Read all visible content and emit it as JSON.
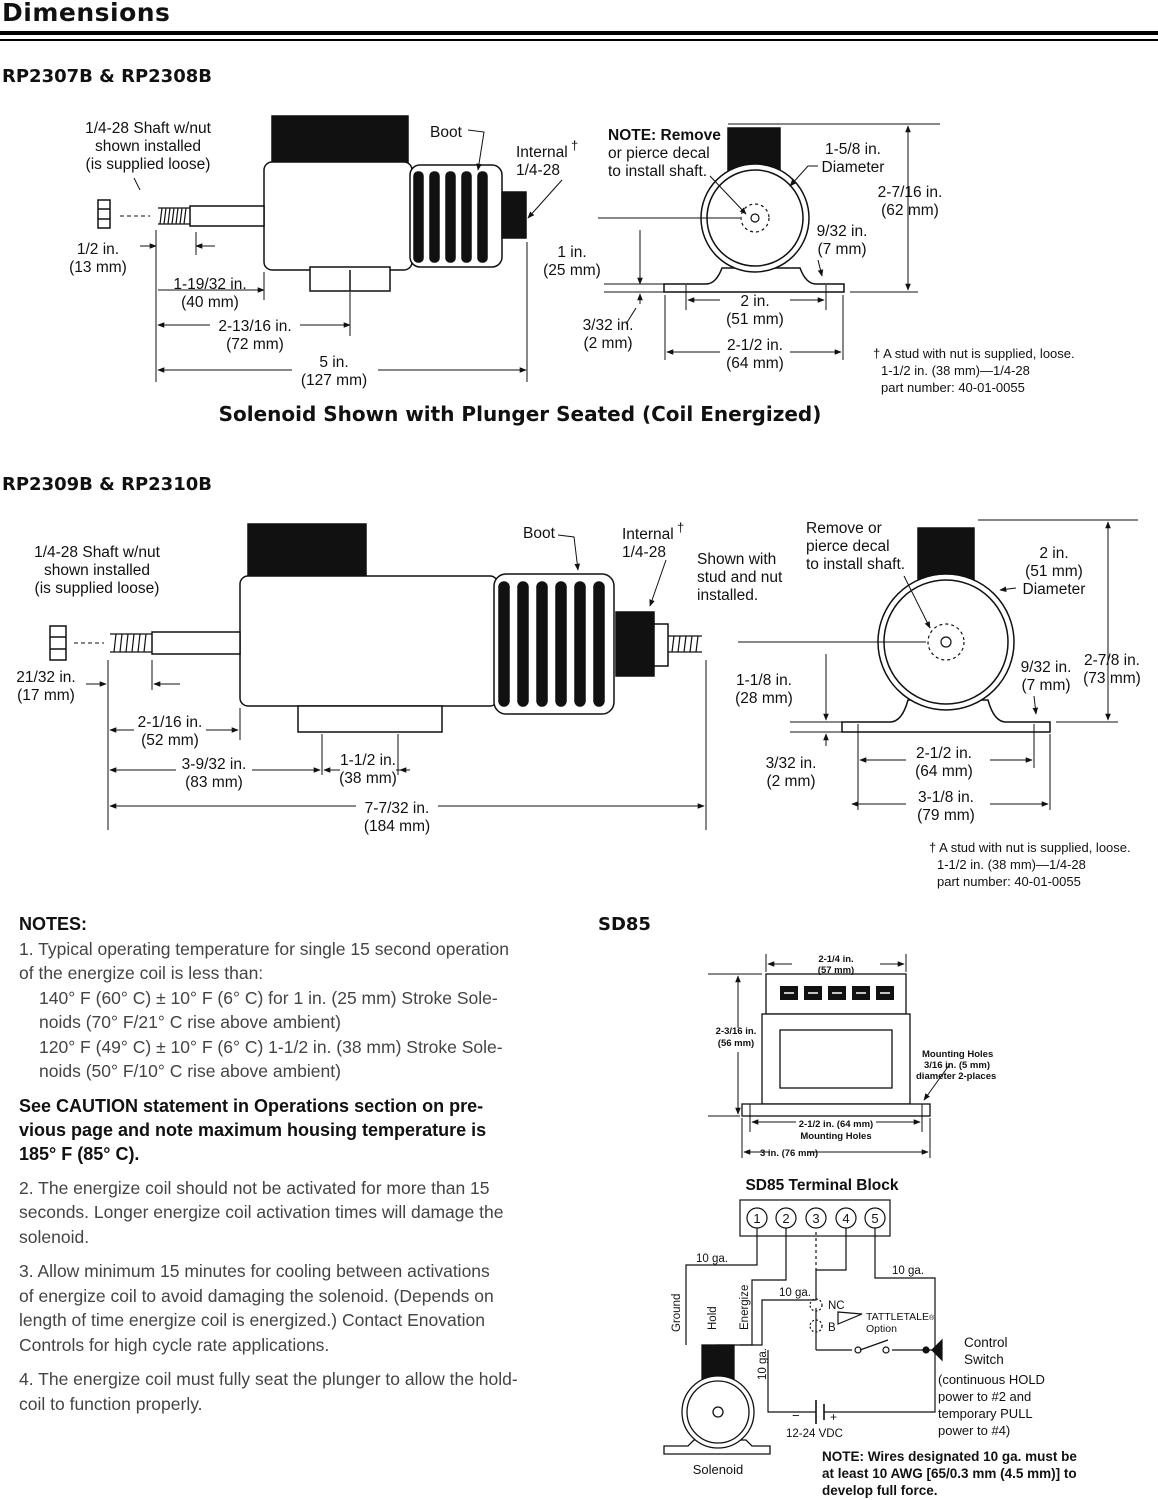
{
  "page": {
    "title": "Dimensions",
    "section1": "RP2307B & RP2308B",
    "section2": "RP2309B & RP2310B",
    "section3": "SD85"
  },
  "diagram1": {
    "shaft_label": [
      "1/4-28 Shaft w/nut",
      "shown installed",
      "(is supplied loose)"
    ],
    "boot": "Boot",
    "internal": [
      "Internal",
      "1/4-28"
    ],
    "dagger": "†",
    "dim_half": [
      "1/2 in.",
      "(13 mm)"
    ],
    "dim_1_19_32": [
      "1-19/32 in.",
      "(40 mm)"
    ],
    "dim_2_13_16": [
      "2-13/16 in.",
      "(72 mm)"
    ],
    "dim_5": [
      "5 in.",
      "(127 mm)"
    ],
    "note": [
      "NOTE: Remove",
      "or pierce decal",
      "to install shaft."
    ],
    "diameter": [
      "1-5/8 in.",
      "Diameter"
    ],
    "height": [
      "2-7/16 in.",
      "(62 mm)"
    ],
    "dim_9_32": [
      "9/32 in.",
      "(7 mm)"
    ],
    "dim_1in": [
      "1 in.",
      "(25 mm)"
    ],
    "dim_3_32": [
      "3/32 in.",
      "(2 mm)"
    ],
    "dim_2in": [
      "2 in.",
      "(51 mm)"
    ],
    "dim_2_5": [
      "2-1/2 in.",
      "(64 mm)"
    ],
    "stud_note": [
      "† A stud with nut is supplied, loose.",
      "1-1/2 in. (38 mm)—1/4-28",
      "part number: 40-01-0055"
    ],
    "caption": "Solenoid Shown with Plunger Seated (Coil Energized)"
  },
  "diagram2": {
    "shaft_label": [
      "1/4-28 Shaft w/nut",
      "shown installed",
      "(is supplied loose)"
    ],
    "boot": "Boot",
    "internal": [
      "Internal",
      "1/4-28"
    ],
    "shown_with": [
      "Shown with",
      "stud and nut",
      "installed."
    ],
    "remove": [
      "Remove or",
      "pierce decal",
      "to install shaft."
    ],
    "diameter": [
      "2 in.",
      "(51 mm)",
      "Diameter"
    ],
    "height": [
      "2-7/8 in.",
      "(73 mm)"
    ],
    "dim_21_32": [
      "21/32 in.",
      "(17 mm)"
    ],
    "dim_2_1_16": [
      "2-1/16 in.",
      "(52 mm)"
    ],
    "dim_3_9_32": [
      "3-9/32 in.",
      "(83 mm)"
    ],
    "dim_1_5": [
      "1-1/2 in.",
      "(38 mm)"
    ],
    "dim_7_7_32": [
      "7-7/32 in.",
      "(184 mm)"
    ],
    "dim_1_1_8": [
      "1-1/8 in.",
      "(28 mm)"
    ],
    "dim_9_32": [
      "9/32 in.",
      "(7 mm)"
    ],
    "dim_3_32": [
      "3/32 in.",
      "(2 mm)"
    ],
    "dim_2_5": [
      "2-1/2 in.",
      "(64 mm)"
    ],
    "dim_3_1_8": [
      "3-1/8 in.",
      "(79 mm)"
    ],
    "stud_note": [
      "† A stud with nut is supplied, loose.",
      "1-1/2 in. (38 mm)—1/4-28",
      "part number: 40-01-0055"
    ]
  },
  "sd85": {
    "width_top": [
      "2-1/4 in.",
      "(57 mm)"
    ],
    "height": [
      "2-3/16 in.",
      "(56 mm)"
    ],
    "mounting_holes": [
      "Mounting Holes",
      "3/16 in. (5 mm)",
      "diameter 2-places"
    ],
    "holes_dim": [
      "2-1/2 in. (64 mm)",
      "Mounting Holes"
    ],
    "base_dim": "3 in. (76 mm)",
    "terminal_title": "SD85 Terminal Block",
    "terminals": [
      "1",
      "2",
      "3",
      "4",
      "5"
    ],
    "wire_10ga": "10 ga.",
    "ground": "Ground",
    "hold": "Hold",
    "energize": "Energize",
    "nc": "NC",
    "b": "B",
    "tattletale": "TATTLETALE",
    "tattletale_reg": "®",
    "option": "Option",
    "control_switch": [
      "Control",
      "Switch"
    ],
    "continuous": [
      "(continuous HOLD",
      "power to #2 and",
      "temporary PULL",
      "power to #4)"
    ],
    "minus": "−",
    "plus": "+",
    "vdc": "12-24 VDC",
    "solenoid": "Solenoid",
    "wire_note": [
      "NOTE:  Wires designated 10 ga. must be",
      "at least 10 AWG [65/0.3 mm (4.5 mm)] to",
      "develop full force."
    ]
  },
  "notes": {
    "heading": "NOTES:",
    "n1": [
      "1. Typical operating temperature for single 15 second operation",
      "of the energize coil is less than:"
    ],
    "n1a": [
      "140° F (60° C) ± 10° F (6° C) for 1 in. (25 mm) Stroke Sole-",
      "noids (70° F/21° C rise above ambient)"
    ],
    "n1b": [
      "120° F (49° C) ± 10° F (6° C) 1-1/2 in. (38 mm) Stroke Sole-",
      "noids (50° F/10° C rise above ambient)"
    ],
    "caution": [
      "See CAUTION statement in Operations section on pre-",
      "vious page and note maximum housing temperature is",
      "185° F (85° C)."
    ],
    "n2": [
      "2. The energize coil should not be activated for more than 15",
      "seconds. Longer energize coil activation times will damage the",
      "solenoid."
    ],
    "n3": [
      "3. Allow minimum 15 minutes for cooling between activations",
      "of energize coil to avoid damaging the solenoid. (Depends on",
      "length of time energize coil is energized.) Contact Enovation",
      "Controls for high cycle rate applications."
    ],
    "n4": [
      "4. The energize coil must fully seat the plunger to allow the hold-",
      "coil to function properly."
    ]
  }
}
